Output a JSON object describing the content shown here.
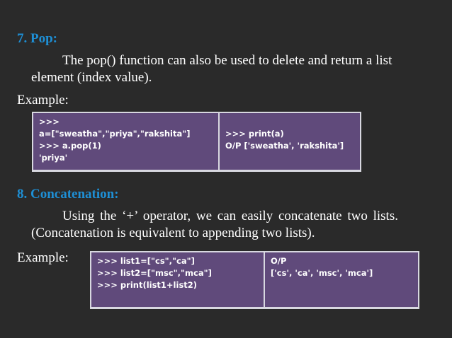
{
  "pop": {
    "heading": "7. Pop:",
    "para_line1": "The pop() function can also be used to delete and return a list",
    "para_line2": "element (index value).",
    "example_label": "Example:",
    "code_left": [
      ">>>",
      "a=[\"sweatha\",\"priya\",\"rakshita\"]",
      ">>> a.pop(1)",
      "'priya'"
    ],
    "code_right": [
      ">>> print(a)",
      "O/P ['sweatha', 'rakshita']"
    ]
  },
  "concat": {
    "heading": "8. Concatenation:",
    "para_line1": "Using the ‘+’ operator, we can easily concatenate two lists.",
    "para_line2": "(Concatenation is equivalent to appending two lists).",
    "example_label": "Example:",
    "code_left": [
      ">>> list1=[\"cs\",\"ca\"]",
      ">>> list2=[\"msc\",\"mca\"]",
      ">>> print(list1+list2)"
    ],
    "code_right": [
      "O/P",
      "['cs', 'ca', 'msc', 'mca']"
    ]
  }
}
